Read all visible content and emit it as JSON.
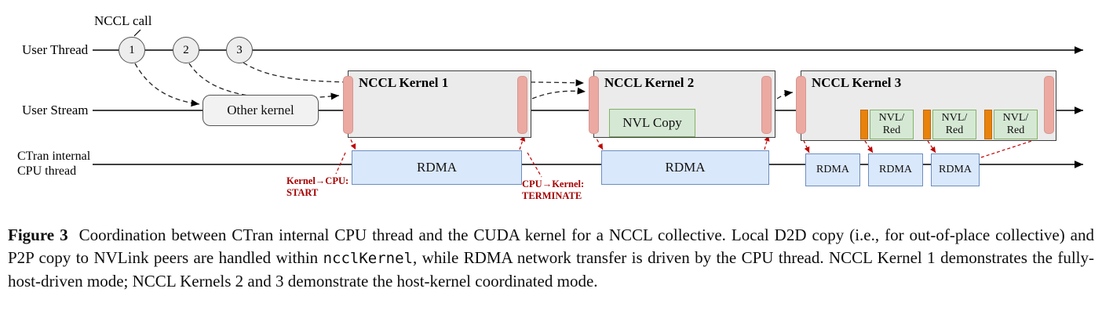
{
  "figure": {
    "nccl_call_label": "NCCL call",
    "rows": {
      "user_thread": "User Thread",
      "user_stream": "User Stream",
      "cpu_thread_l1": "CTran internal",
      "cpu_thread_l2": "CPU thread"
    },
    "calls": [
      "1",
      "2",
      "3"
    ],
    "other_kernel_label": "Other kernel",
    "kernel1_label": "NCCL Kernel 1",
    "kernel2_label": "NCCL Kernel 2",
    "kernel3_label": "NCCL Kernel 3",
    "nvl_copy_label": "NVL Copy",
    "nvl_red_l1": "NVL/",
    "nvl_red_l2": "Red",
    "rdma_label": "RDMA",
    "start_note_l1": "Kernel→CPU:",
    "start_note_l2": "START",
    "terminate_note_l1": "CPU→Kernel:",
    "terminate_note_l2": "TERMINATE",
    "colors": {
      "kernel_box": "#ebebeb",
      "pink_bar": "#eba9a2",
      "green_box": "#d5e8d4",
      "green_border": "#82b366",
      "blue_box": "#dae8fc",
      "blue_border": "#6c8ebf",
      "orange_bar": "#e8820c",
      "red_annotation": "#a50000"
    }
  },
  "caption": {
    "label": "Figure 3",
    "part1": "Coordination between CTran internal CPU thread and the CUDA kernel for a NCCL collective. Local D2D copy (i.e., for out-of-place collective) and P2P copy to NVLink peers are handled within ",
    "code": "ncclKernel",
    "part2": ", while RDMA network transfer is driven by the CPU thread. NCCL Kernel 1 demonstrates the fully-host-driven mode; NCCL Kernels 2 and 3 demonstrate the host-kernel coordinated mode."
  }
}
